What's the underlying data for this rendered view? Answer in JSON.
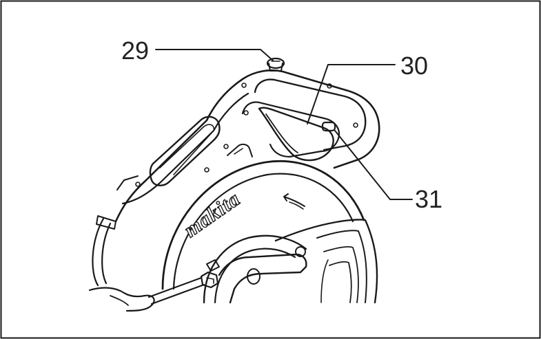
{
  "figure": {
    "brand": "makita",
    "callouts": [
      {
        "id": "29",
        "label": "29"
      },
      {
        "id": "30",
        "label": "30"
      },
      {
        "id": "31",
        "label": "31"
      }
    ]
  }
}
